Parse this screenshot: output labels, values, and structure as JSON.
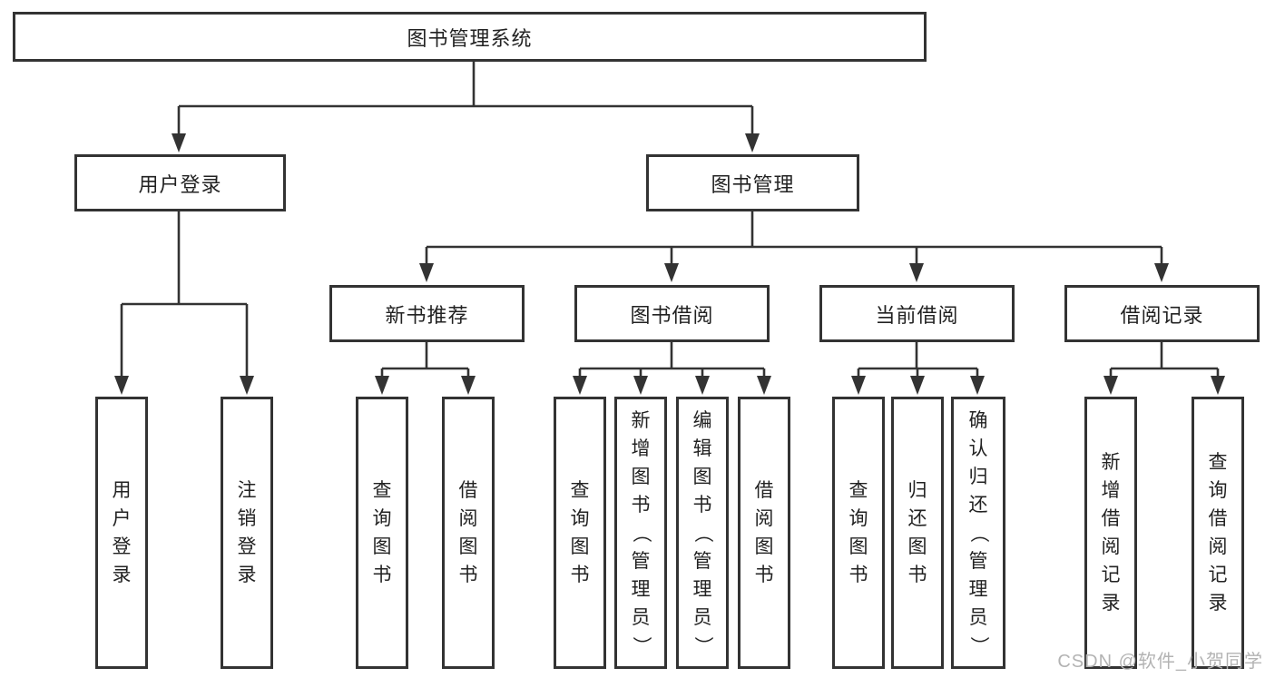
{
  "diagram": {
    "title": "图书管理系统",
    "user_login": {
      "label": "用户登录",
      "children": [
        "用户登录",
        "注销登录"
      ]
    },
    "book_mgmt": {
      "label": "图书管理",
      "sections": [
        {
          "label": "新书推荐",
          "children": [
            "查询图书",
            "借阅图书"
          ]
        },
        {
          "label": "图书借阅",
          "children": [
            "查询图书",
            "新增图书（管理员）",
            "编辑图书（管理员）",
            "借阅图书"
          ]
        },
        {
          "label": "当前借阅",
          "children": [
            "查询图书",
            "归还图书",
            "确认归还（管理员）"
          ]
        },
        {
          "label": "借阅记录",
          "children": [
            "新增借阅记录",
            "查询借阅记录"
          ]
        }
      ]
    }
  },
  "watermark": "CSDN @软件_小贺同学",
  "colors": {
    "line": "#333333",
    "text": "#222222",
    "watermark": "#b3b3b3",
    "background": "#ffffff"
  }
}
